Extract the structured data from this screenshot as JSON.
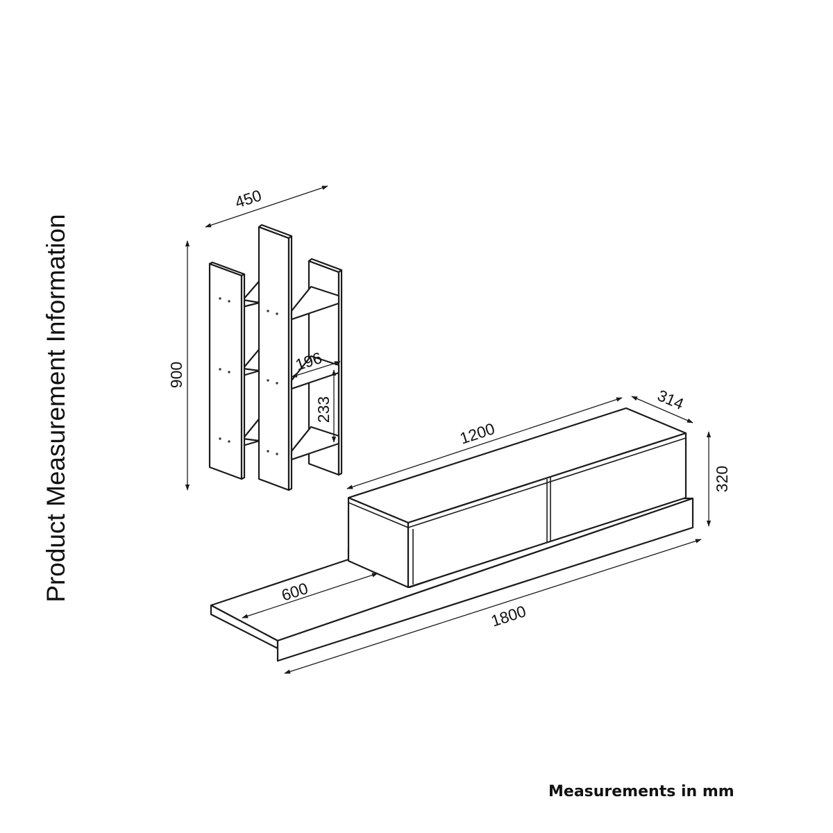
{
  "title": "Product Measurement Information",
  "footer_note": "Measurements in mm",
  "dimensions": {
    "bookcase_width": "450",
    "bookcase_height": "900",
    "shelf_width": "196",
    "shelf_spacing": "233",
    "cabinet_length": "1200",
    "cabinet_depth": "314",
    "cabinet_height": "320",
    "base_extension": "600",
    "base_length": "1800"
  },
  "colors": {
    "line": "#1a1a1a",
    "background": "#ffffff"
  }
}
